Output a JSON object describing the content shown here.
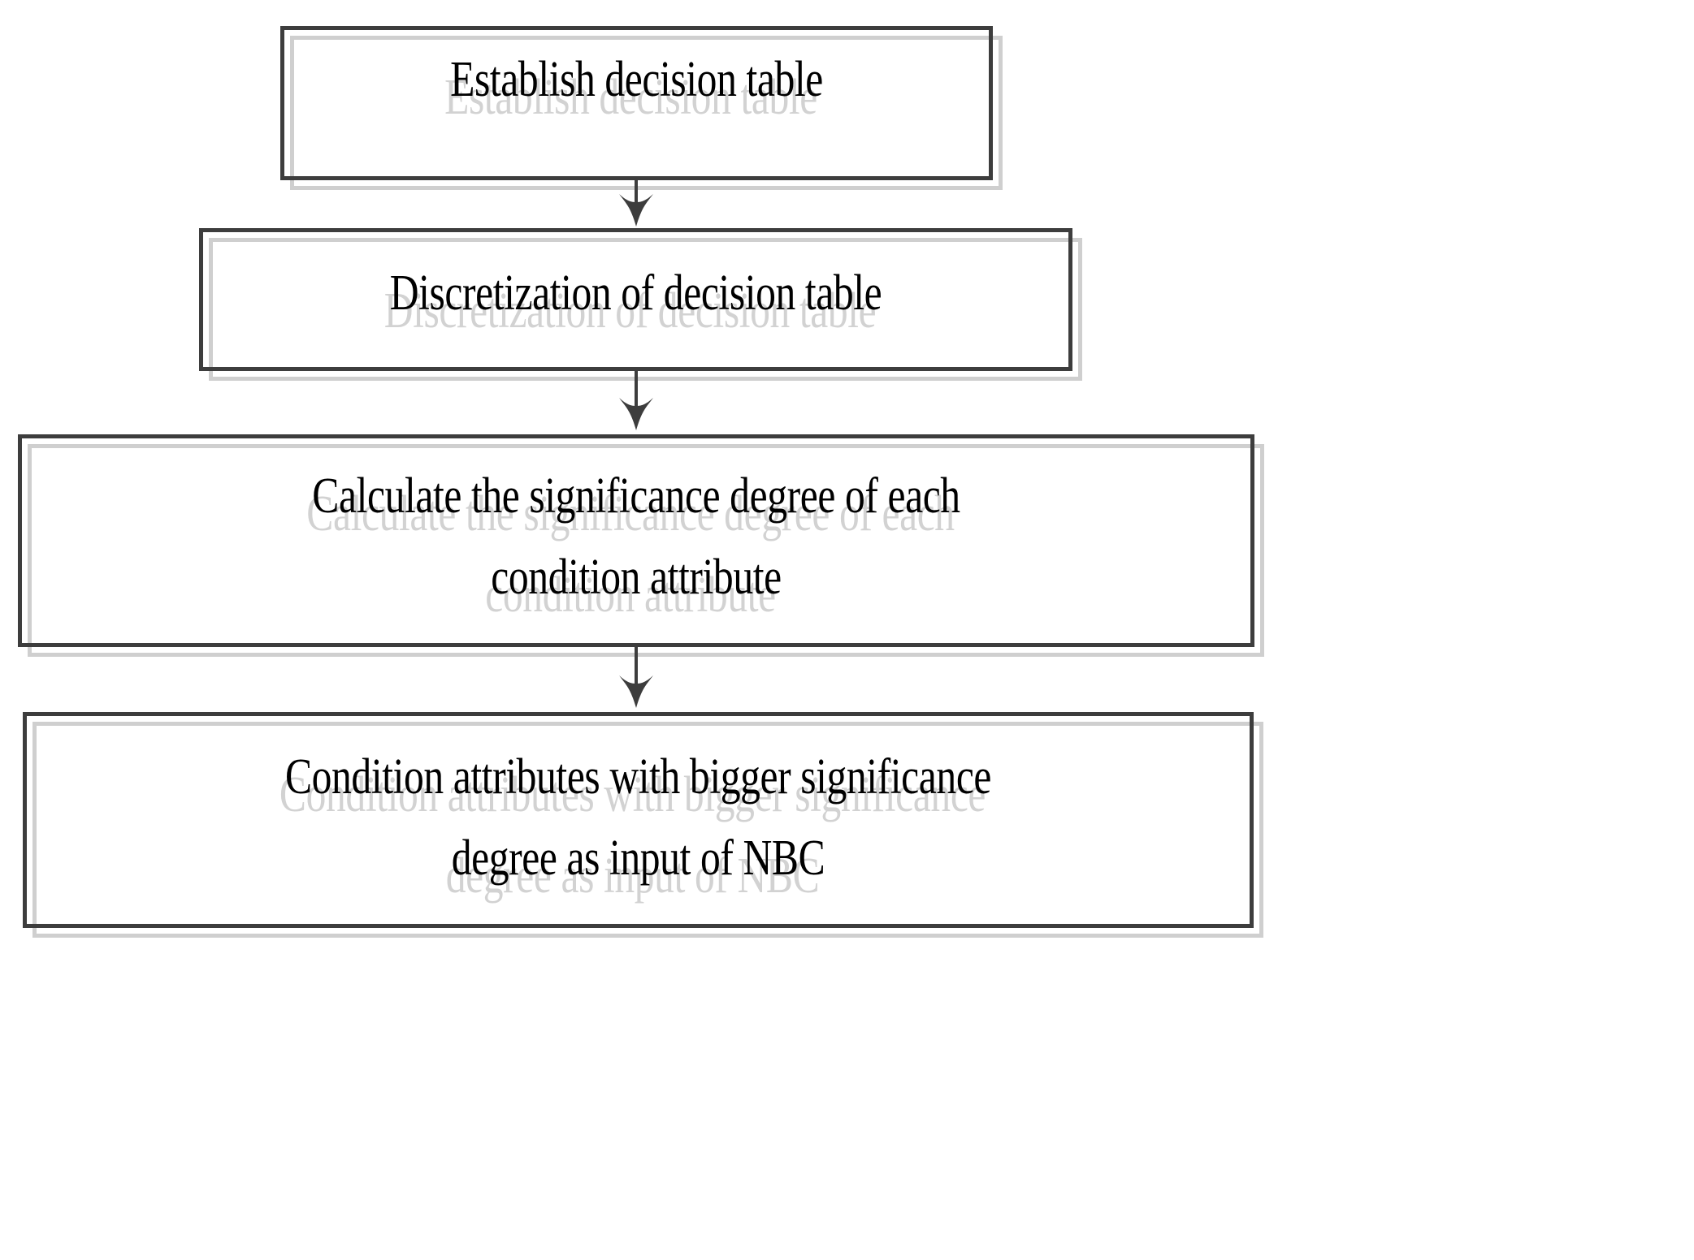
{
  "diagram": {
    "type": "flowchart",
    "orientation": "top-to-bottom",
    "title": "Flowchart of rough-set attribute reduction feeding a Naive Bayes Classifier",
    "style": {
      "box_border_color": "#3d3d3d",
      "ghost_color": "#cfcfcf",
      "text_color": "#000000",
      "ghost_text_color": "#d2d2d2",
      "arrow_color": "#3d3d3d",
      "background": "#ffffff"
    },
    "nodes": [
      {
        "id": "node-1",
        "name": "establish-decision-table",
        "lines": [
          "Establish decision table"
        ]
      },
      {
        "id": "node-2",
        "name": "discretization-of-decision-table",
        "lines": [
          "Discretization of decision table"
        ]
      },
      {
        "id": "node-3",
        "name": "calculate-significance-degree",
        "lines": [
          "Calculate the significance degree of each",
          "condition attribute"
        ]
      },
      {
        "id": "node-4",
        "name": "condition-attributes-input-nbc",
        "lines": [
          "Condition attributes with bigger significance",
          "degree as input of NBC"
        ]
      }
    ],
    "edges": [
      {
        "id": "edge-1",
        "from": "node-1",
        "to": "node-2",
        "label": ""
      },
      {
        "id": "edge-2",
        "from": "node-2",
        "to": "node-3",
        "label": ""
      },
      {
        "id": "edge-3",
        "from": "node-3",
        "to": "node-4",
        "label": ""
      }
    ]
  }
}
